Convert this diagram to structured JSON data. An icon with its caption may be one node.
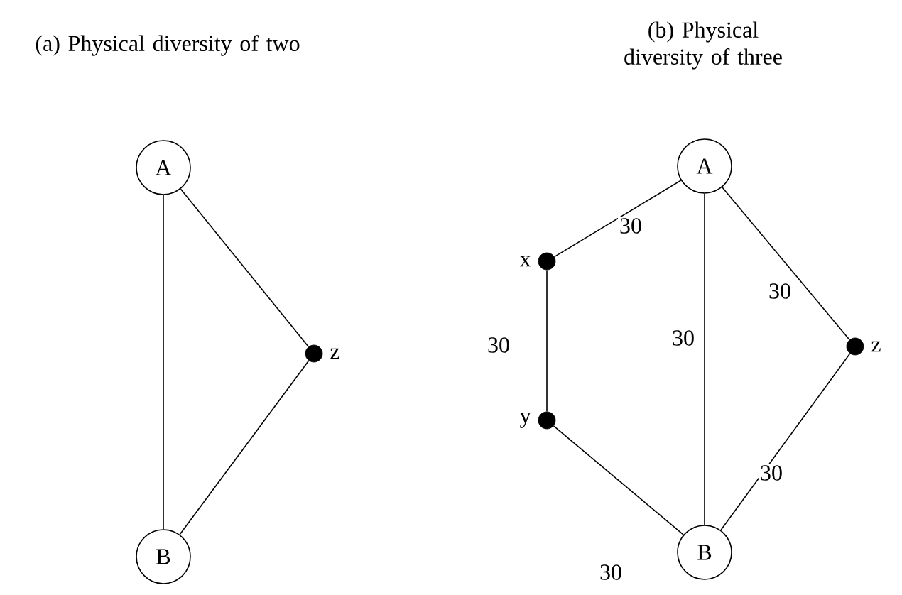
{
  "diagram": {
    "nodes": [
      {
        "text": [
          "A"
        ]
      },
      {
        "text": [
          "B"
        ]
      },
      {
        "text": [],
        "shape": "circle",
        "beside": [
          "z"
        ]
      },
      {
        "text": [
          "A"
        ]
      },
      {
        "text": [
          "B"
        ]
      },
      {
        "text": [],
        "shape": "circle",
        "beside": [
          "x"
        ]
      },
      {
        "text": [],
        "shape": "circle",
        "beside": [
          "y"
        ]
      },
      {
        "text": [],
        "shape": "circle",
        "beside": [
          "z"
        ]
      }
    ],
    "edges": [
      {
        "from": 0,
        "to": 1,
        "arrow": "none"
      },
      {
        "from": 0,
        "to": 2,
        "arrow": "none"
      },
      {
        "from": 2,
        "to": 1,
        "arrow": "none"
      },
      {
        "from": 3,
        "to": 5,
        "arrow": "none",
        "label": "30"
      },
      {
        "from": 5,
        "to": 6,
        "arrow": "none",
        "label": "30"
      },
      {
        "from": 6,
        "to": 4,
        "arrow": "none",
        "label": "30"
      },
      {
        "from": 3,
        "to": 4,
        "arrow": "none",
        "label": "30"
      },
      {
        "from": 3,
        "to": 7,
        "arrow": "none",
        "label": "30"
      },
      {
        "from": 7,
        "to": 4,
        "arrow": "none",
        "label": "30"
      }
    ],
    "labels": [
      "(a) Physical diversity of two",
      "(b) Physical diversity of three"
    ]
  }
}
